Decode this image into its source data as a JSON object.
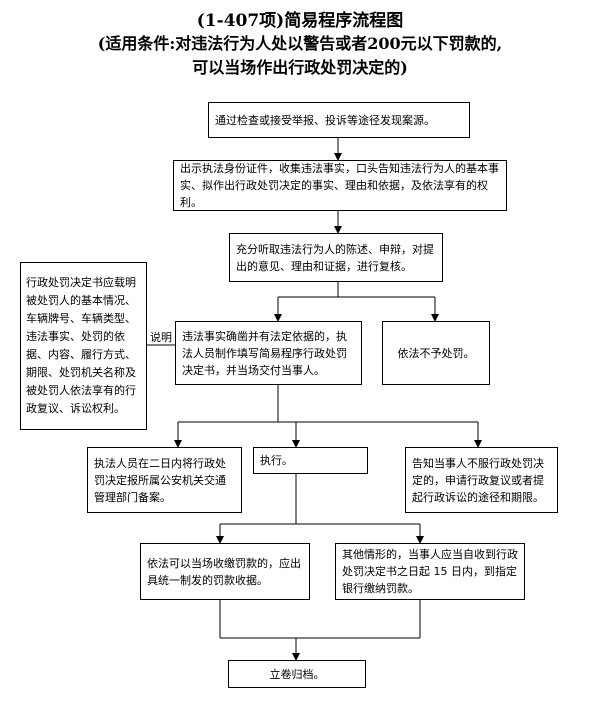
{
  "title": {
    "line1": "(1-407项)简易程序流程图",
    "line2": "(适用条件:对违法行为人处以警告或者200元以下罚款的,",
    "line3": "可以当场作出行政处罚决定的)"
  },
  "steps": {
    "discover": "通过检查或接受举报、投诉等途径发现案源。",
    "identify": "出示执法身份证件，收集违法事实，口头告知违法行为人的基本事实、拟作出行政处罚决定的事实、理由和依据，及依法享有的权利。",
    "hear": "充分听取违法行为人的陈述、申辩，对提出的意见、理由和证据，进行复核。",
    "decide": "违法事实确凿并有法定依据的，执法人员制作填写简易程序行政处罚决定书，并当场交付当事人。",
    "no_penalty": "依法不予处罚。",
    "file_record": "执法人员在二日内将行政处罚决定报所属公安机关交通管理部门备案。",
    "execute": "执行。",
    "inform_rights": "告知当事人不服行政处罚决定的，申请行政复议或者提起行政诉讼的途径和期限。",
    "collect_onsite": "依法可以当场收缴罚款的，应出具统一制发的罚款收据。",
    "bank_payment": "其他情形的，当事人应当自收到行政处罚决定书之日起 15 日内，到指定银行缴纳罚款。",
    "archive": "立卷归档。"
  },
  "note": {
    "label": "说明",
    "text": "行政处罚决定书应载明被处罚人的基本情况、车辆牌号、车辆类型、违法事实、处罚的依据、内容、履行方式、期限、处罚机关名称及被处罚人依法享有的行政复议、诉讼权利。"
  }
}
